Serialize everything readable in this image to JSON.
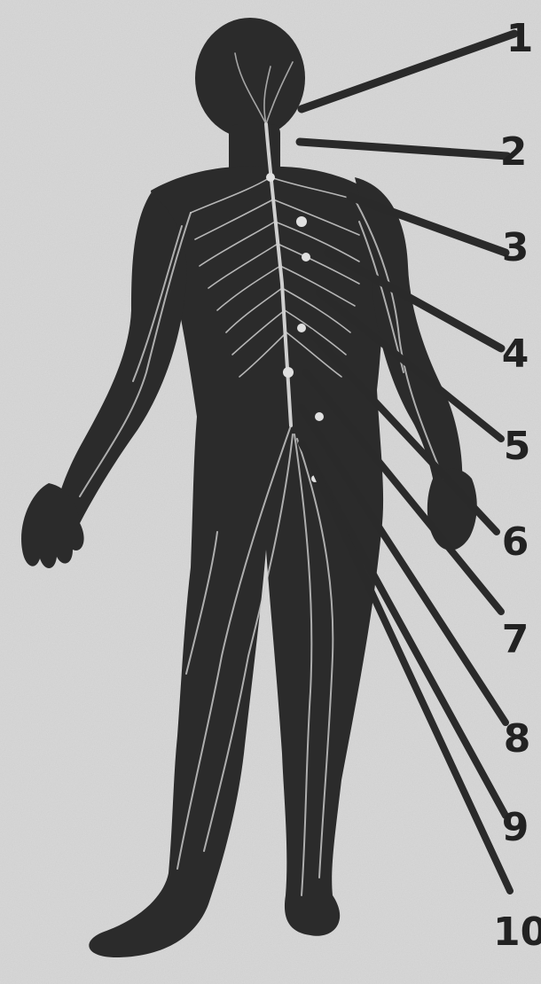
{
  "colors": {
    "paper": "#d9d9d9",
    "figure": "#2b2b2b",
    "nerves": "#cfcfcf",
    "leader": "#2a2a2a",
    "label": "#222222"
  },
  "labels": [
    "1",
    "2",
    "3",
    "4",
    "5",
    "6",
    "7",
    "8",
    "9",
    "10"
  ]
}
